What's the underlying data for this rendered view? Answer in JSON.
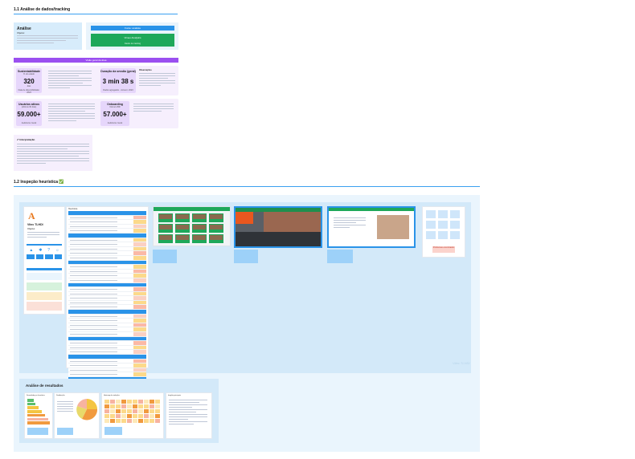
{
  "section1": {
    "title": "1.1 Análise de dados/tracking",
    "analysis": {
      "title": "Análise",
      "subtitle": "Objetivo:"
    },
    "buttons": {
      "blue": "Fonte: analista",
      "green_title": "Vimeo Analytics",
      "green_sub": "Dados de tracking"
    },
    "banner": "Visão geral da área",
    "metrics_header_note": "Observações",
    "metrics": [
      {
        "title": "Sustentabilidade",
        "sub": "% do estado",
        "value": "320",
        "unit": "dias",
        "foot": "Data de disponibilidade: 2023"
      },
      {
        "title": "Duração da sessão (geral)",
        "sub": "",
        "value": "3 min 38 s",
        "unit": "",
        "foot": "Dados agregados - número: 2023"
      },
      {
        "title": "Usuários ativos",
        "sub": "(últimos 30 dias)",
        "value": "59.000+",
        "unit": "",
        "foot": "Audiência: Geral"
      },
      {
        "title": "Onboarding",
        "sub": "Número BR",
        "value": "57.000+",
        "unit": "",
        "foot": "Audiência: Geral"
      }
    ],
    "interp_title": "✔ Interpretação"
  },
  "section2": {
    "title": "1.2 Inspeção heurística ✅",
    "app_card": {
      "name": "Vitec TLHDI",
      "sub": "Objetivo:"
    },
    "table_header": "Heurística",
    "watermark": "Vitec TLHDI",
    "result_note": "Problemas encontrados"
  },
  "results": {
    "title": "Análise de resultados",
    "panels": [
      {
        "title": "Severidade por heurística"
      },
      {
        "title": "Distribuição"
      },
      {
        "title": "Heatmap de violações"
      },
      {
        "title": "Insights principais"
      }
    ]
  },
  "colors": {
    "blue_rule": "#3ba0f0",
    "purple": "#9b4ff0",
    "green": "#1ea85a",
    "light_blue_bg": "#eaf5fd"
  }
}
